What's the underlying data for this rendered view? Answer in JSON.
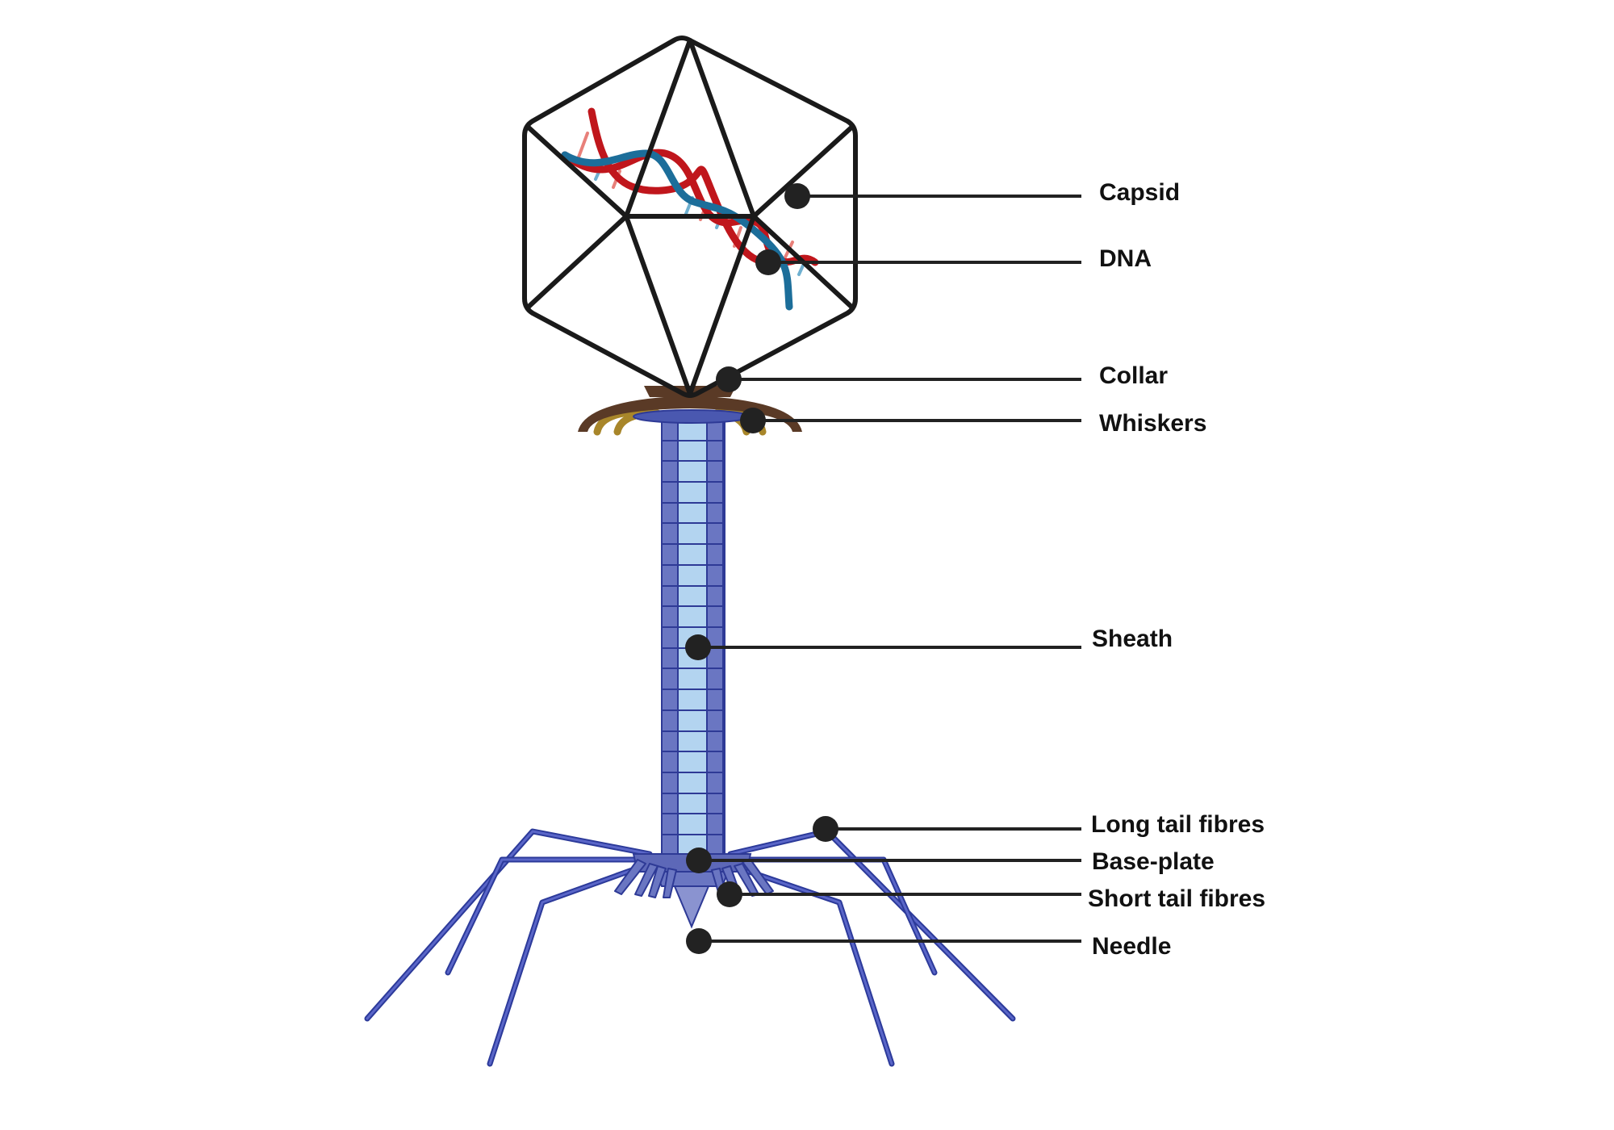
{
  "labels": {
    "capsid": "Capsid",
    "dna": "DNA",
    "collar": "Collar",
    "whiskers": "Whiskers",
    "sheath": "Sheath",
    "long_tail_fibres": "Long tail fibres",
    "base_plate": "Base-plate",
    "short_tail_fibres": "Short tail fibres",
    "needle": "Needle"
  },
  "colors": {
    "outline": "#1a1a1a",
    "dna_red": "#c0161c",
    "dna_blue": "#1c6e9a",
    "collar": "#5a3a26",
    "whiskers": "#a8862a",
    "sheath_dark": "#5d68b8",
    "sheath_light": "#b3d4f0",
    "fibres": "#2c3a9a",
    "marker": "#222222"
  }
}
